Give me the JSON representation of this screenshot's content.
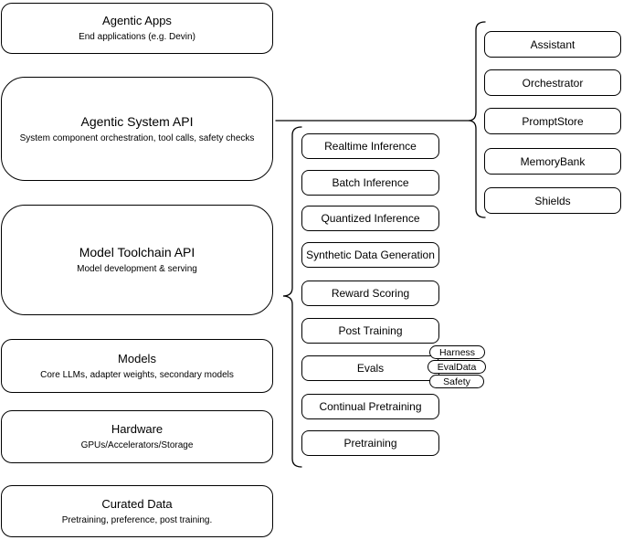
{
  "diagram": {
    "colors": {
      "stroke": "#000000",
      "fill": "#ffffff",
      "background": "#ffffff"
    },
    "left_stack": [
      {
        "title": "Agentic Apps",
        "subtitle": "End applications (e.g. Devin)"
      },
      {
        "title": "Agentic System API",
        "subtitle": "System component orchestration, tool calls, safety checks"
      },
      {
        "title": "Model Toolchain API",
        "subtitle": "Model development & serving"
      },
      {
        "title": "Models",
        "subtitle": "Core LLMs, adapter weights, secondary models"
      },
      {
        "title": "Hardware",
        "subtitle": "GPUs/Accelerators/Storage"
      },
      {
        "title": "Curated Data",
        "subtitle": "Pretraining, preference, post training."
      }
    ],
    "toolchain_stack": [
      "Realtime Inference",
      "Batch Inference",
      "Quantized Inference",
      "Synthetic Data Generation",
      "Reward Scoring",
      "Post Training",
      "Evals",
      "Continual Pretraining",
      "Pretraining"
    ],
    "evals_tags": [
      "Harness",
      "EvalData",
      "Safety"
    ],
    "system_stack": [
      "Assistant",
      "Orchestrator",
      "PromptStore",
      "MemoryBank",
      "Shields"
    ]
  }
}
